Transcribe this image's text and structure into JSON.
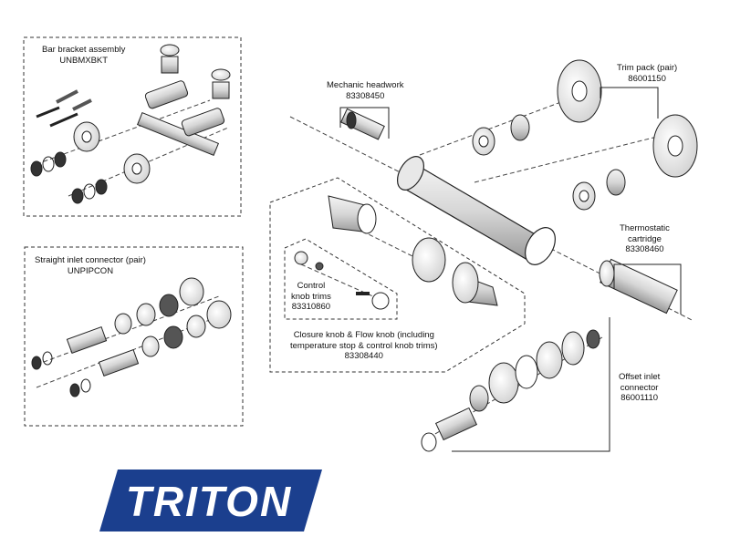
{
  "brand": {
    "name": "TRITON",
    "color": "#1b3f8e"
  },
  "labels": {
    "bar_bracket": {
      "title": "Bar bracket assembly",
      "code": "UNBMXBKT"
    },
    "straight_inlet": {
      "title": "Straight inlet connector (pair)",
      "code": "UNPIPCON"
    },
    "mechanic_headwork": {
      "title": "Mechanic headwork",
      "code": "83308450"
    },
    "trim_pack": {
      "title": "Trim pack (pair)",
      "code": "86001150"
    },
    "thermostatic_cartridge": {
      "line1": "Thermostatic",
      "line2": "cartridge",
      "code": "83308460"
    },
    "control_knob_trims": {
      "line1": "Control",
      "line2": "knob trims",
      "code": "83310860"
    },
    "closure_knob": {
      "line1": "Closure knob & Flow knob (including",
      "line2": "temperature stop & control knob trims)",
      "code": "83308440"
    },
    "offset_inlet": {
      "line1": "Offset inlet",
      "line2": "connector",
      "code": "86001110"
    }
  }
}
